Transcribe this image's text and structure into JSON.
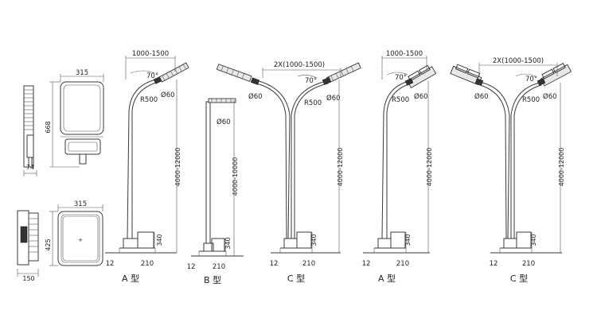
{
  "module_top": {
    "width": "315",
    "height": "668",
    "depth": "74"
  },
  "module_bottom": {
    "width": "315",
    "height": "425",
    "depth": "150"
  },
  "type_a1": {
    "arm": "1000-1500",
    "angle": "70°",
    "radius": "R500",
    "diameter": "Ø60",
    "height": "4000-12000",
    "base_h": "340",
    "base_w": "210",
    "offset": "12",
    "label": "A 型"
  },
  "type_b": {
    "diameter": "Ø60",
    "height": "4000-10000",
    "base_h": "340",
    "base_w": "210",
    "offset": "12",
    "label": "B 型"
  },
  "type_c1": {
    "arm": "2X(1000-1500)",
    "angle": "70°",
    "radius": "R500",
    "diameter_l": "Ø60",
    "diameter_r": "Ø60",
    "height": "4000-12000",
    "base_h": "340",
    "base_w": "210",
    "offset": "12",
    "label": "C 型"
  },
  "type_a2": {
    "arm": "1000-1500",
    "angle": "70°",
    "radius": "R500",
    "diameter": "Ø60",
    "height": "4000-12000",
    "base_h": "340",
    "base_w": "210",
    "offset": "12",
    "label": "A 型"
  },
  "type_c2": {
    "arm": "2X(1000-1500)",
    "angle": "70°",
    "radius": "R500",
    "diameter_l": "Ø60",
    "diameter_r": "Ø60",
    "height": "4000-12000",
    "base_h": "340",
    "base_w": "210",
    "offset": "12",
    "label": "C 型"
  }
}
